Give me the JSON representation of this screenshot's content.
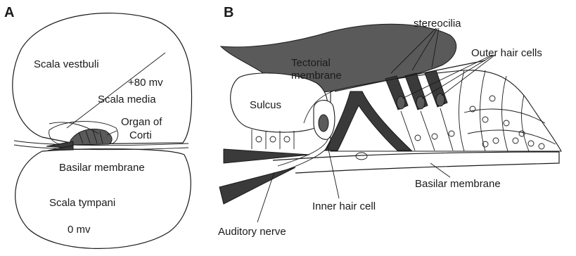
{
  "panel_a": {
    "letter": "A",
    "labels": {
      "scala_vestibuli": "Scala vestbuli",
      "potential_media": "+80 mv",
      "scala_media": "Scala media",
      "organ_of_corti": [
        "Organ of",
        "Corti"
      ],
      "basilar_membrane": "Basilar membrane",
      "scala_tympani": "Scala tympani",
      "potential_tympani": "0 mv"
    }
  },
  "panel_b": {
    "letter": "B",
    "labels": {
      "stereocilia": "stereocilia",
      "tectorial_membrane": [
        "Tectorial",
        "membrane"
      ],
      "outer_hair_cells": "Outer hair cells",
      "sulcus": "Sulcus",
      "basilar_membrane": "Basilar membrane",
      "inner_hair_cell": "Inner hair cell",
      "auditory_nerve": "Auditory nerve"
    }
  },
  "colors": {
    "ink": "#1a1a1a",
    "dark_fill": "#3a3a3a",
    "medium_fill": "#5a5a5a",
    "background": "#ffffff"
  }
}
